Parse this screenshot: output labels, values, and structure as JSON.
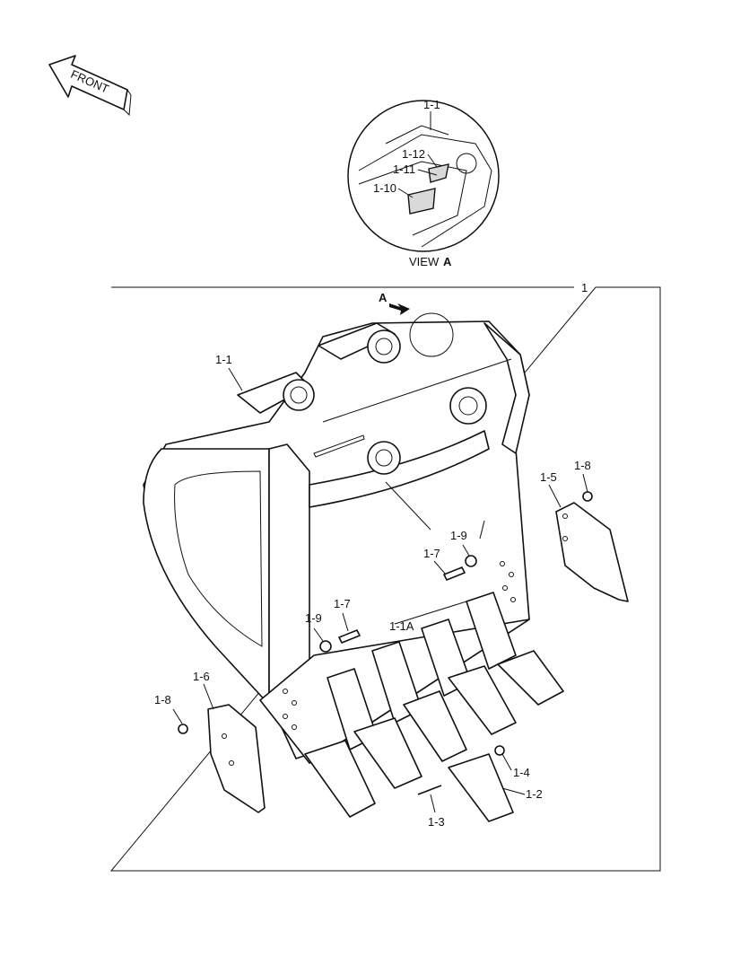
{
  "diagram": {
    "front_label": "FRONT",
    "view_letter": "A",
    "view_caption_prefix": "VIEW ",
    "view_caption_letter": "A",
    "assembly_number": "1",
    "detail_labels": [
      "1-1",
      "1-12",
      "1-11",
      "1-10"
    ],
    "labels": {
      "main_1_1": "1-1",
      "tooth_adapter": "1-1A",
      "pin": "1-3",
      "lock": "1-4",
      "tooth": "1-2",
      "side_cutter_right": "1-5",
      "nut_right": "1-8",
      "washer_right": "1-9",
      "bolt_right": "1-7",
      "washer_left": "1-9",
      "bolt_left": "1-7",
      "side_cutter_left": "1-6",
      "nut_left": "1-8"
    }
  }
}
